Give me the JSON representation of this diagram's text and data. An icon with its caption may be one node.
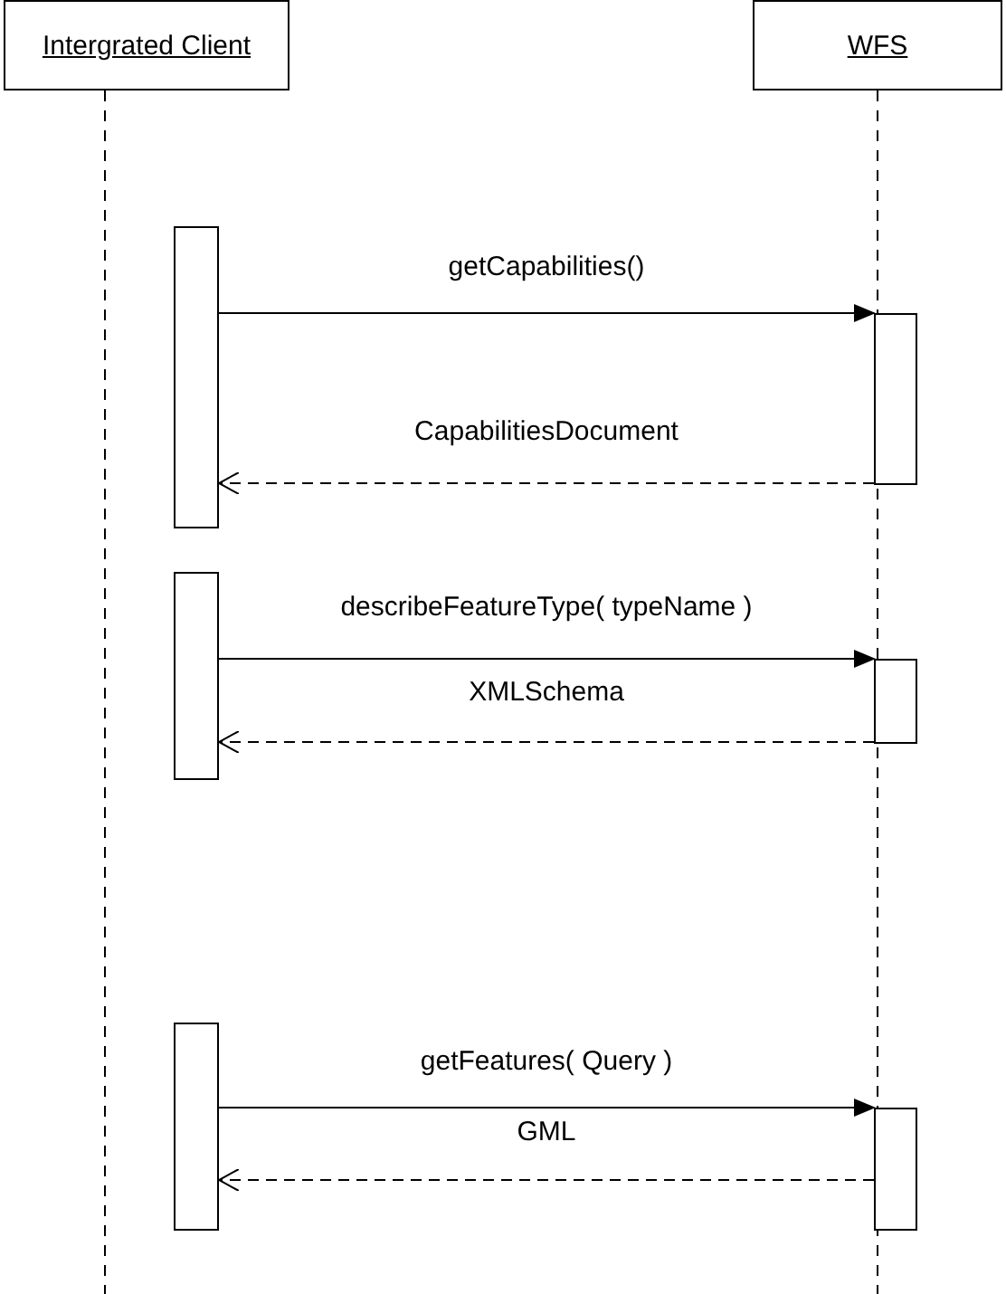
{
  "diagram": {
    "nodes": [
      {
        "text": [
          "Intergrated Client"
        ]
      },
      {
        "text": [
          "WFS"
        ]
      },
      {
        "text": [],
        "shape": "bar"
      },
      {
        "text": [],
        "shape": "bar"
      },
      {
        "text": [],
        "shape": "bar"
      },
      {
        "text": [],
        "shape": "bar"
      },
      {
        "text": [],
        "shape": "bar"
      },
      {
        "text": [],
        "shape": "bar"
      }
    ],
    "edges": [
      {
        "from": 2,
        "to": 3,
        "arrow": "to",
        "label": "getCapabilities()"
      },
      {
        "from": 3,
        "to": 2,
        "arrow": "to",
        "label": "CapabilitiesDocument",
        "style": "dashed"
      },
      {
        "from": 4,
        "to": 5,
        "arrow": "to",
        "label": "describeFeatureType( typeName )"
      },
      {
        "from": 5,
        "to": 4,
        "arrow": "to",
        "label": "XMLSchema",
        "style": "dashed"
      },
      {
        "from": 6,
        "to": 7,
        "arrow": "to",
        "label": "getFeatures( Query )"
      },
      {
        "from": 7,
        "to": 6,
        "arrow": "to",
        "label": "GML",
        "style": "dashed"
      }
    ]
  }
}
